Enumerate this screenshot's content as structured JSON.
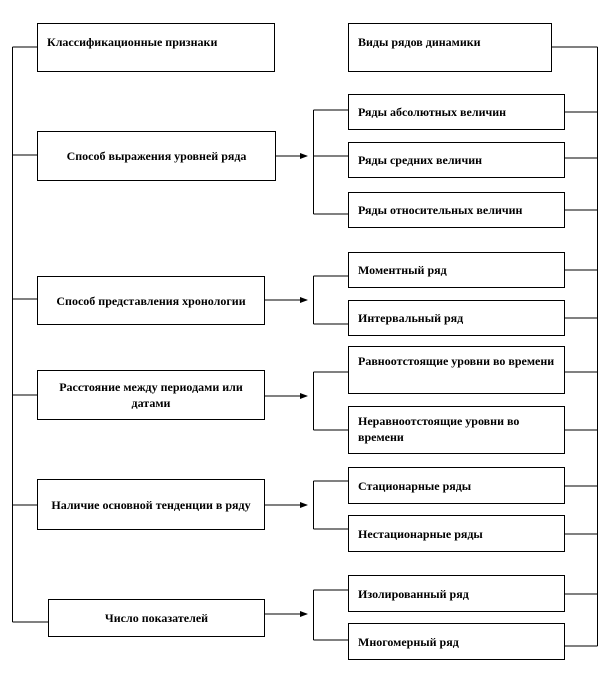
{
  "header": {
    "left": "Классификационные признаки",
    "right": "Виды рядов динамики"
  },
  "groups": [
    {
      "criterion": "Способ выражения уровней ряда",
      "types": [
        "Ряды абсолютных величин",
        "Ряды средних величин",
        "Ряды относительных величин"
      ]
    },
    {
      "criterion": "Способ представления хронологии",
      "types": [
        "Моментный ряд",
        "Интервальный ряд"
      ]
    },
    {
      "criterion": "Расстояние между периодами или датами",
      "types": [
        "Равноотстоящие уровни во времени",
        "Неравноотстоящие уровни во времени"
      ]
    },
    {
      "criterion": "Наличие основной тенденции в ряду",
      "types": [
        "Стационарные ряды",
        "Нестационарные ряды"
      ]
    },
    {
      "criterion": "Число показателей",
      "types": [
        "Изолированный ряд",
        "Многомерный ряд"
      ]
    }
  ]
}
